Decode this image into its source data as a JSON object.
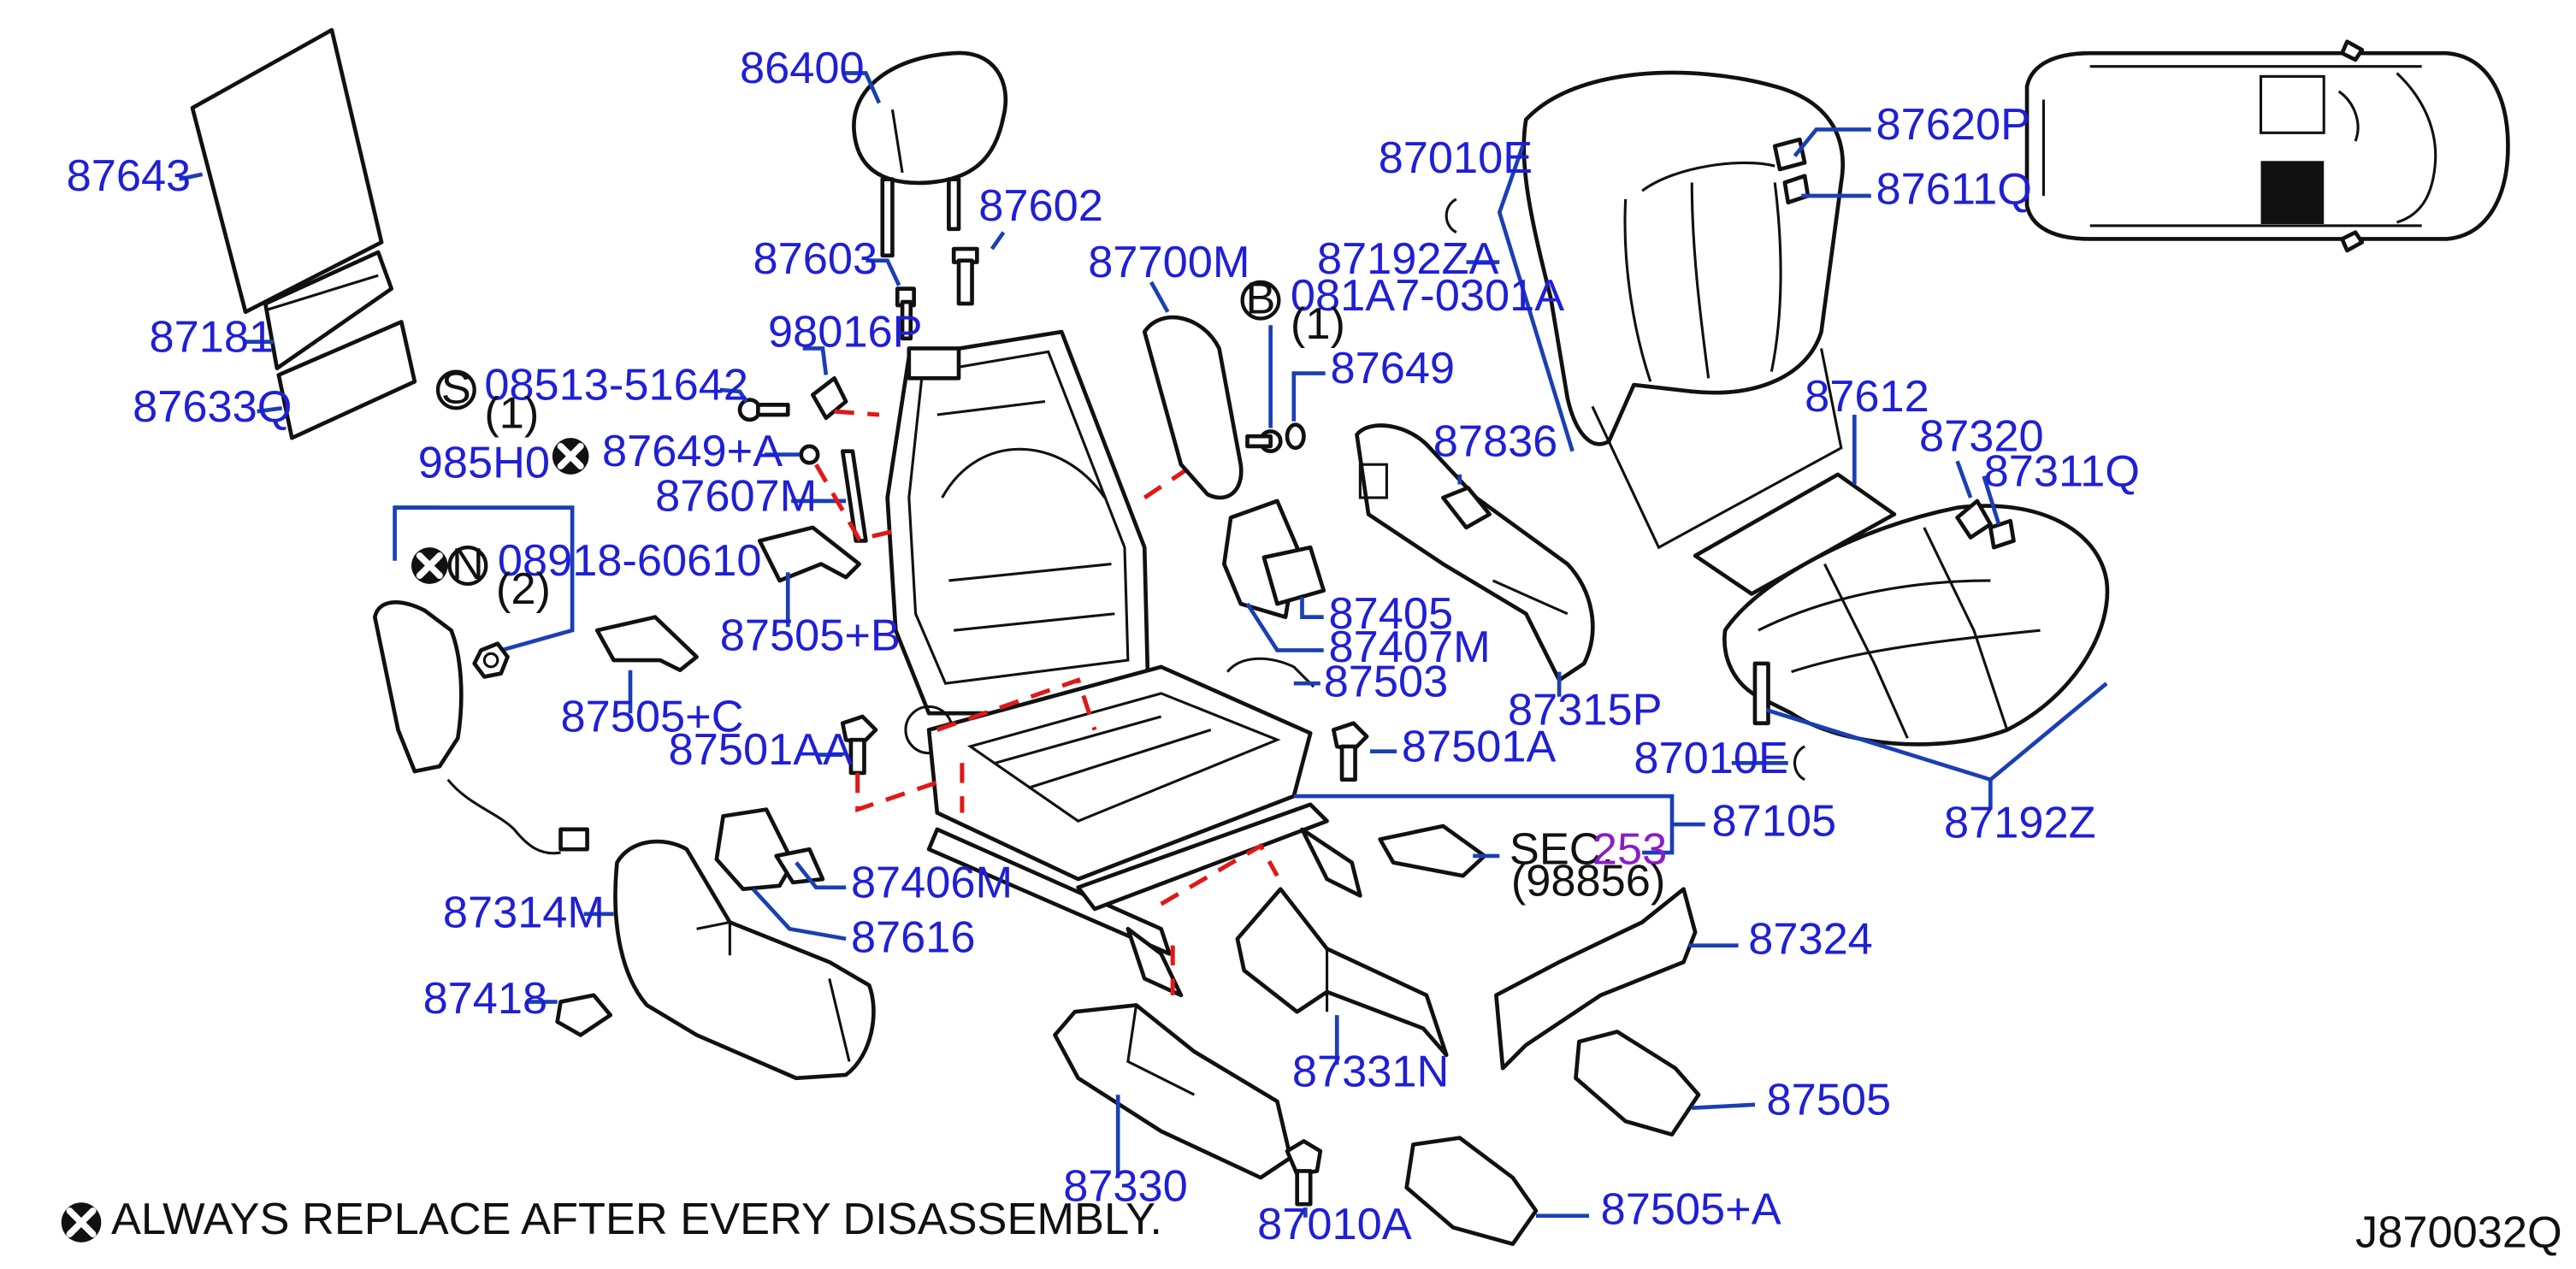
{
  "labels": {
    "p86400": "86400",
    "p87643": "87643",
    "p87181": "87181",
    "p87633Q": "87633Q",
    "p87603": "87603",
    "p87602": "87602",
    "p98016P": "98016P",
    "p08513": "08513-51642",
    "p08513_qty": "(1)",
    "p87649A": "87649+A",
    "p87607M": "87607M",
    "p985H0": "985H0",
    "p08918": "08918-60610",
    "p08918_qty": "(2)",
    "p87505B": "87505+B",
    "p87505C": "87505+C",
    "p87501AA": "87501AA",
    "p87700M": "87700M",
    "p081A7": "081A7-0301A",
    "p081A7_qty": "(1)",
    "p87649": "87649",
    "p87010E_top": "87010E",
    "p87192ZA": "87192ZA",
    "p87620P": "87620P",
    "p87611Q": "87611Q",
    "p87612": "87612",
    "p87320": "87320",
    "p87311Q": "87311Q",
    "p87836": "87836",
    "p87405": "87405",
    "p87407M": "87407M",
    "p87503": "87503",
    "p87315P": "87315P",
    "p87501A": "87501A",
    "p87010E_mid": "87010E",
    "p87105": "87105",
    "p87192Z": "87192Z",
    "sec_prefix": "SEC.",
    "sec_num": "253",
    "sec_sub": "(98856)",
    "p87406M": "87406M",
    "p87616": "87616",
    "p87314M": "87314M",
    "p87418": "87418",
    "p87324": "87324",
    "p87505": "87505",
    "p87331N": "87331N",
    "p87330": "87330",
    "p87010A": "87010A",
    "p87505A": "87505+A",
    "code_S": "S",
    "code_B": "B",
    "code_N": "N"
  },
  "footer": {
    "note": "ALWAYS   REPLACE   AFTER   EVERY   DISASSEMBLY.",
    "diagram_id": "J870032Q"
  },
  "colors": {
    "label_blue": "#1f1fd6",
    "leader_blue": "#1a3fb5",
    "dashed_red": "#e01818",
    "section_purple": "#8a1cc8",
    "line_black": "#111111"
  },
  "icons": {
    "replace_mark": "x-circle-icon",
    "code_circle": "letter-circle-icon"
  }
}
